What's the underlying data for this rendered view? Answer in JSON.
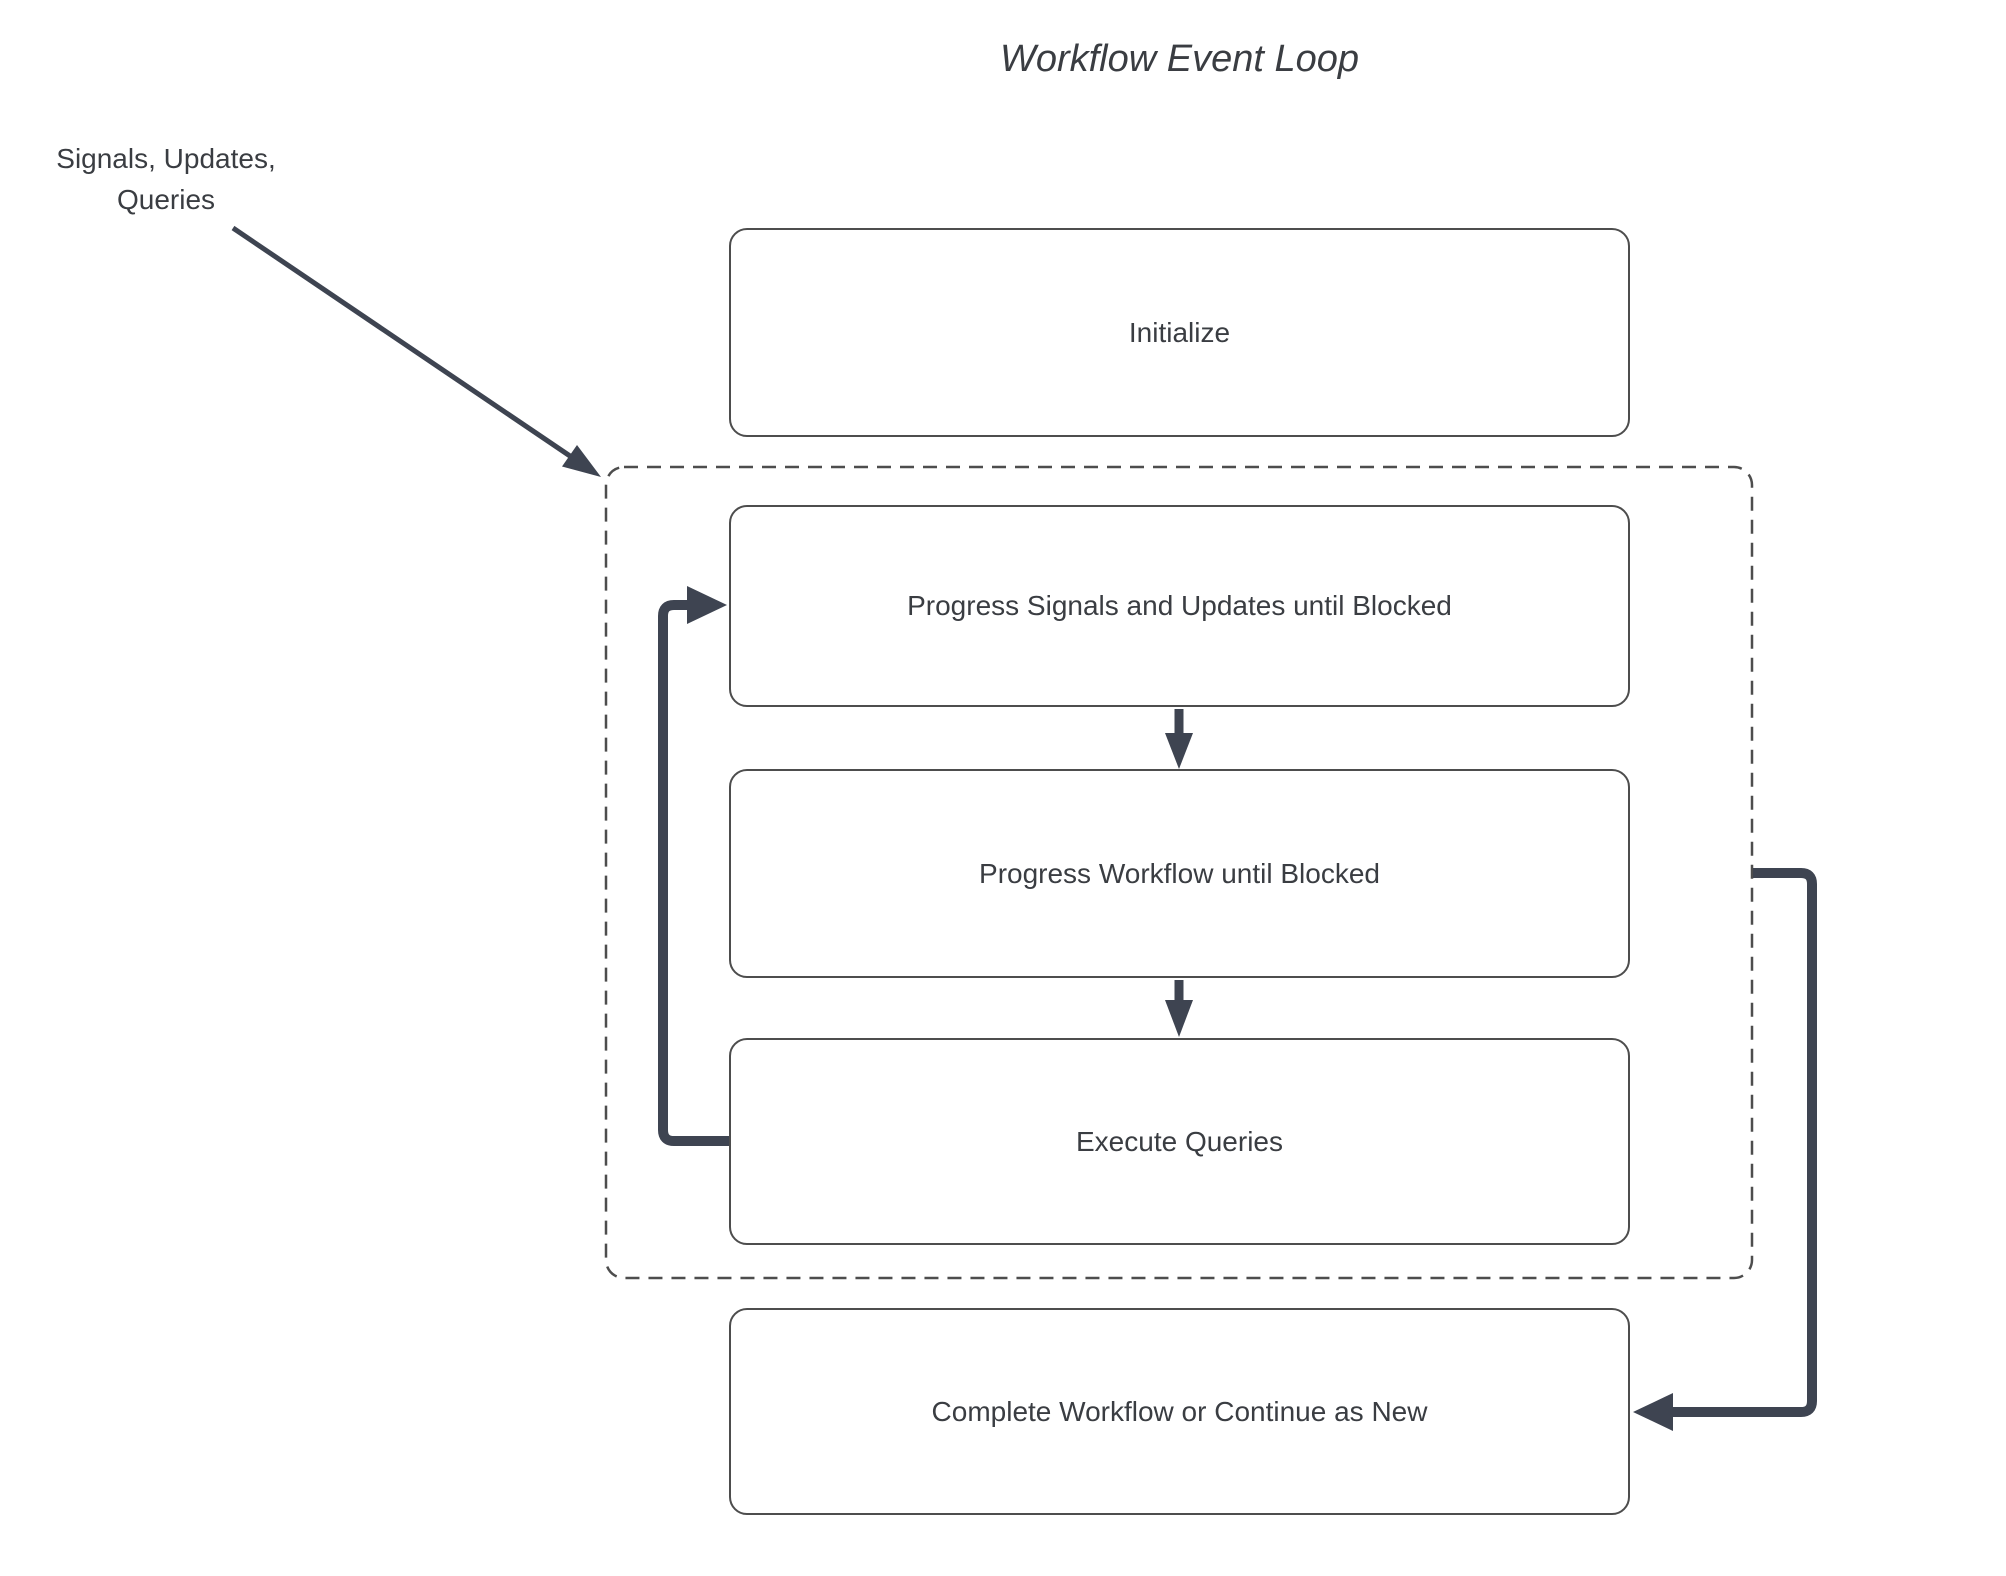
{
  "title": "Workflow Event Loop",
  "external_input": {
    "lines": [
      "Signals, Updates,",
      "Queries"
    ]
  },
  "nodes": {
    "initialize": "Initialize",
    "progress_signals": "Progress Signals and Updates until Blocked",
    "progress_workflow": "Progress Workflow until Blocked",
    "execute_queries": "Execute Queries",
    "complete": "Complete Workflow or Continue as New"
  },
  "icons": {
    "signals_arrow": "diagonal-arrow-icon",
    "loop_back_arrow": "loop-back-arrow-icon",
    "continue_arrow": "continue-as-new-arrow-icon",
    "down_arrow": "down-arrow-icon"
  },
  "colors": {
    "arrow": "#3e4451",
    "box_border": "#4d4d4d",
    "dashed_border": "#4d4d4d",
    "text": "#3a3d42",
    "background": "#ffffff"
  }
}
